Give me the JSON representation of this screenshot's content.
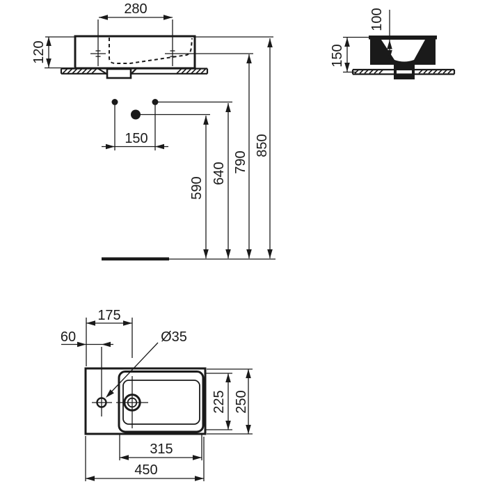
{
  "front_view": {
    "tap_hole_centers_mm": "280",
    "rim_height_mm": "120"
  },
  "side_view": {
    "inner_depth_mm": "100",
    "overall_height_mm": "150"
  },
  "installation": {
    "rim_above_floor_mm": "850",
    "fixing_holes_above_floor_mm": "790",
    "supply_above_floor_mm": "640",
    "waste_above_floor_mm": "590",
    "supply_spacing_mm": "150"
  },
  "plan_view": {
    "left_edge_to_waste_mm": "175",
    "left_edge_to_tap_hole_mm": "60",
    "tap_hole_diameter_label": "Ø35",
    "bowl_depth_mm": "225",
    "overall_depth_mm": "250",
    "bowl_width_mm": "315",
    "overall_width_mm": "450"
  }
}
